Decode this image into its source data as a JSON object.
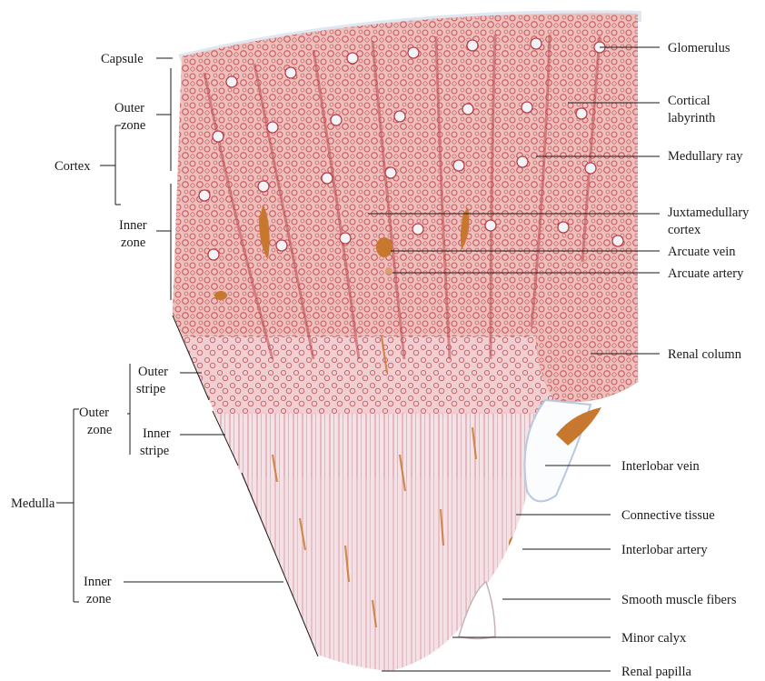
{
  "diagram": {
    "left_labels": {
      "capsule": "Capsule",
      "cortex": "Cortex",
      "cortex_outer_zone": [
        "Outer",
        "zone"
      ],
      "cortex_inner_zone": [
        "Inner",
        "zone"
      ],
      "medulla": "Medulla",
      "medulla_outer_zone": [
        "Outer",
        "zone"
      ],
      "outer_stripe": [
        "Outer",
        "stripe"
      ],
      "inner_stripe": [
        "Inner",
        "stripe"
      ],
      "medulla_inner_zone": [
        "Inner",
        "zone"
      ]
    },
    "right_labels": {
      "glomerulus": "Glomerulus",
      "cortical_labyrinth": [
        "Cortical",
        "labyrinth"
      ],
      "medullary_ray": "Medullary ray",
      "juxtamedullary_cortex": [
        "Juxtamedullary",
        "cortex"
      ],
      "arcuate_vein": "Arcuate vein",
      "arcuate_artery": "Arcuate artery",
      "renal_column": "Renal column",
      "interlobar_vein": "Interlobar vein",
      "connective_tissue": "Connective tissue",
      "interlobar_artery": "Interlobar artery",
      "smooth_muscle_fibers": "Smooth muscle fibers",
      "minor_calyx": "Minor calyx",
      "renal_papilla": "Renal papilla"
    },
    "colors": {
      "cortex": "#e9b4b0",
      "tubule": "#c9545a",
      "medulla": "#f2dde2",
      "vessel": "#c7782e",
      "connective": "#dbe6f4"
    }
  }
}
